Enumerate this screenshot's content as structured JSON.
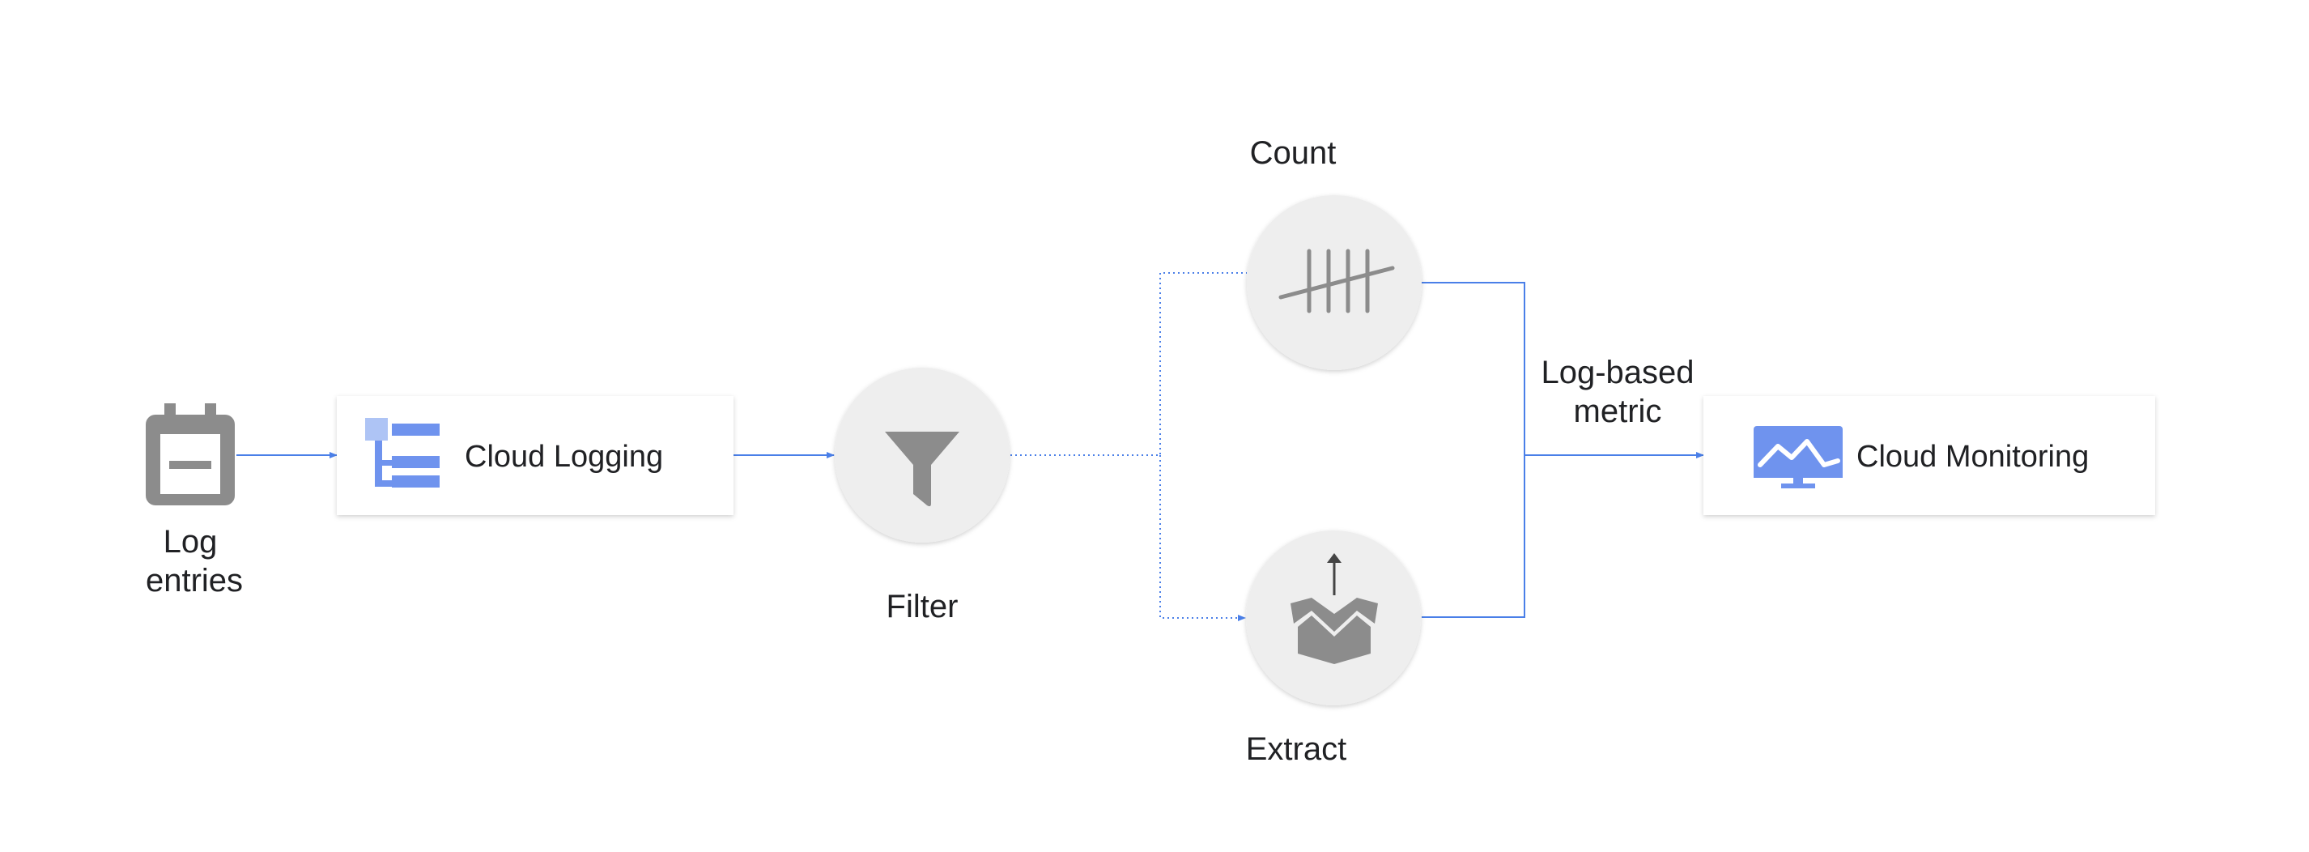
{
  "nodes": {
    "log_entries": {
      "label_line1": "Log",
      "label_line2": "entries",
      "icon": "calendar-icon"
    },
    "cloud_logging": {
      "label": "Cloud Logging",
      "icon": "cloud-logging-icon"
    },
    "filter": {
      "label": "Filter",
      "icon": "funnel-icon"
    },
    "count": {
      "label": "Count",
      "icon": "tally-marks-icon"
    },
    "extract": {
      "label": "Extract",
      "icon": "open-box-icon"
    },
    "log_based_metric": {
      "label_line1": "Log-based",
      "label_line2": "metric"
    },
    "cloud_monitoring": {
      "label": "Cloud Monitoring",
      "icon": "monitor-chart-icon"
    }
  },
  "colors": {
    "connector": "#4a7fe8",
    "icon_gray": "#8c8c8c",
    "circle_fill": "#eeeeee",
    "brand_blue": "#6f93ee",
    "brand_light": "#aec4f5"
  }
}
